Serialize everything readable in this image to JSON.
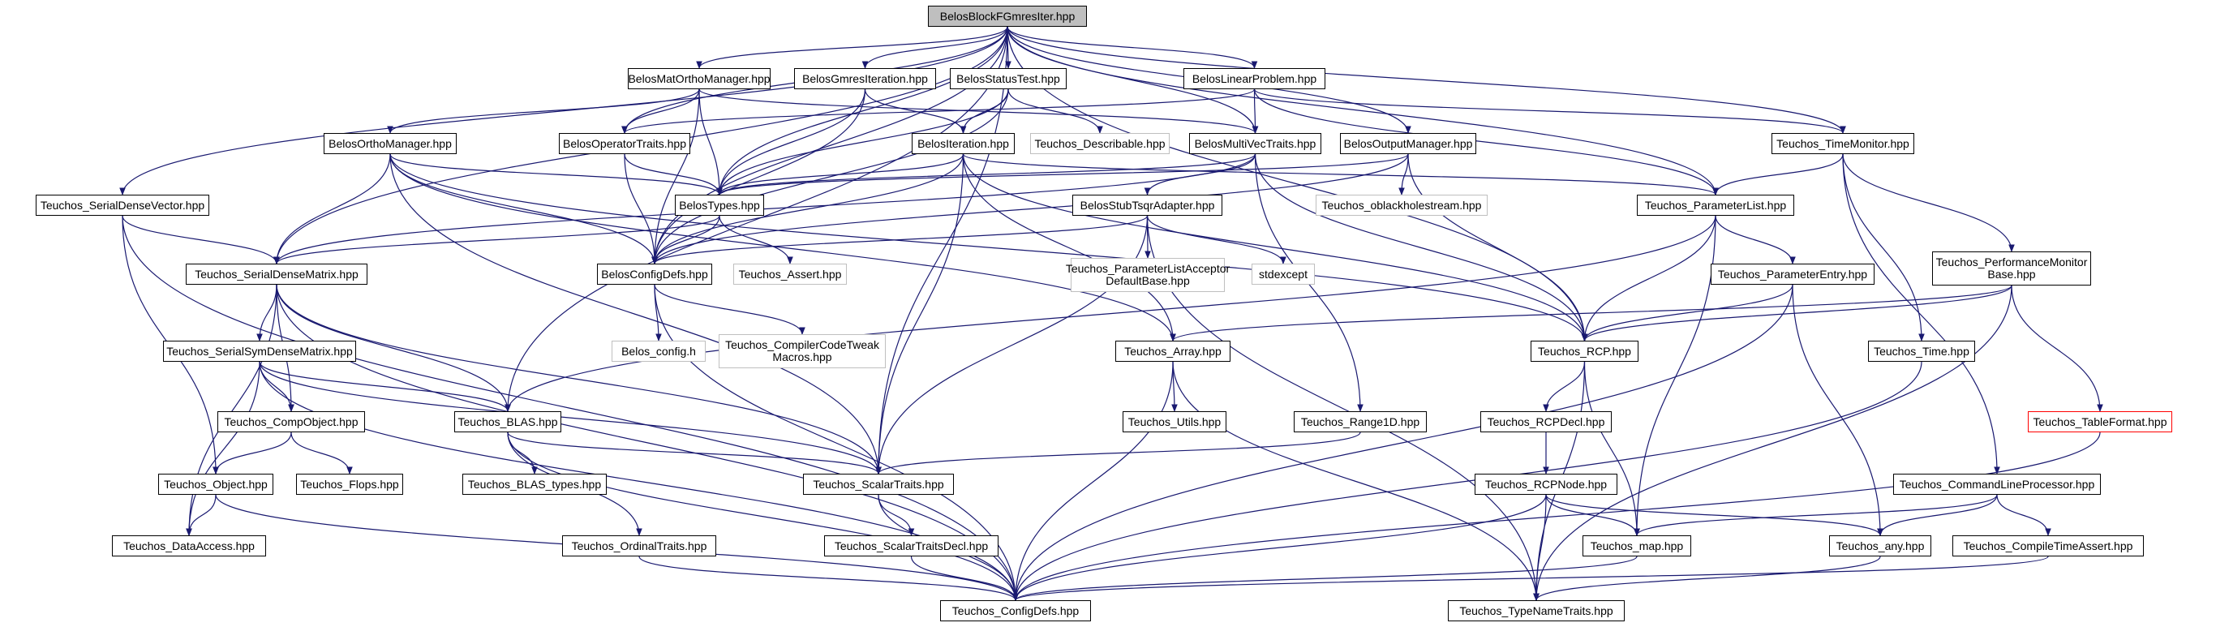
{
  "colors": {
    "edge": "#191970",
    "box": "#000000",
    "root_fill": "#bfbfbf",
    "external_box": "#bfbfbf",
    "warning_box": "#ff0000"
  },
  "nodes": {
    "root": "BelosBlockFGmresIter.hpp",
    "mat_ortho": "BelosMatOrthoManager.hpp",
    "gmres_iter": "BelosGmresIteration.hpp",
    "status_test": "BelosStatusTest.hpp",
    "linear_problem": "BelosLinearProblem.hpp",
    "ortho_manager": "BelosOrthoManager.hpp",
    "operator_traits": "BelosOperatorTraits.hpp",
    "describable": "Teuchos_Describable.hpp",
    "iteration": "BelosIteration.hpp",
    "multivec_traits": "BelosMultiVecTraits.hpp",
    "output_manager": "BelosOutputManager.hpp",
    "time_monitor": "Teuchos_TimeMonitor.hpp",
    "serial_dense_vector": "Teuchos_SerialDenseVector.hpp",
    "belos_types": "BelosTypes.hpp",
    "oblackholestream": "Teuchos_oblackholestream.hpp",
    "parameter_list": "Teuchos_ParameterList.hpp",
    "stub_tsqr": "BelosStubTsqrAdapter.hpp",
    "serial_dense_matrix": "Teuchos_SerialDenseMatrix.hpp",
    "config_defs_belos": "BelosConfigDefs.hpp",
    "assert": "Teuchos_Assert.hpp",
    "pl_acceptor": "Teuchos_ParameterListAcceptor DefaultBase.hpp",
    "stdexcept": "stdexcept",
    "parameter_entry": "Teuchos_ParameterEntry.hpp",
    "perf_monitor": "Teuchos_PerformanceMonitor Base.hpp",
    "serial_sym": "Teuchos_SerialSymDenseMatrix.hpp",
    "belos_config_h": "Belos_config.h",
    "compiler_tweak": "Teuchos_CompilerCodeTweak Macros.hpp",
    "array": "Teuchos_Array.hpp",
    "rcp": "Teuchos_RCP.hpp",
    "time": "Teuchos_Time.hpp",
    "comp_object": "Teuchos_CompObject.hpp",
    "blas": "Teuchos_BLAS.hpp",
    "utils": "Teuchos_Utils.hpp",
    "range1d": "Teuchos_Range1D.hpp",
    "rcp_decl": "Teuchos_RCPDecl.hpp",
    "table_format": "Teuchos_TableFormat.hpp",
    "object": "Teuchos_Object.hpp",
    "flops": "Teuchos_Flops.hpp",
    "blas_types": "Teuchos_BLAS_types.hpp",
    "scalar_traits": "Teuchos_ScalarTraits.hpp",
    "rcp_node": "Teuchos_RCPNode.hpp",
    "cmdline": "Teuchos_CommandLineProcessor.hpp",
    "data_access": "Teuchos_DataAccess.hpp",
    "ordinal_traits": "Teuchos_OrdinalTraits.hpp",
    "scalar_traits_decl": "Teuchos_ScalarTraitsDecl.hpp",
    "map": "Teuchos_map.hpp",
    "any": "Teuchos_any.hpp",
    "compile_time_assert": "Teuchos_CompileTimeAssert.hpp",
    "config_defs": "Teuchos_ConfigDefs.hpp",
    "type_name_traits": "Teuchos_TypeNameTraits.hpp"
  }
}
